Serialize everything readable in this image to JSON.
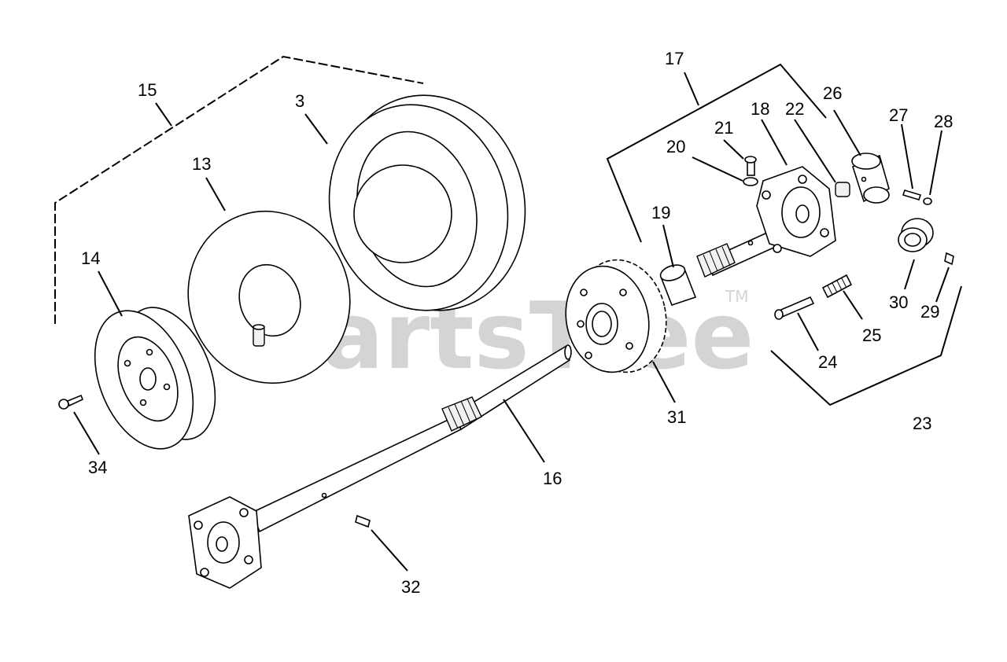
{
  "watermark": {
    "text": "PartsTree",
    "trademark": "TM"
  },
  "callouts": {
    "c3": "3",
    "c13": "13",
    "c14": "14",
    "c15": "15",
    "c16": "16",
    "c17": "17",
    "c18": "18",
    "c19": "19",
    "c20": "20",
    "c21": "21",
    "c22": "22",
    "c23": "23",
    "c24": "24",
    "c25": "25",
    "c26": "26",
    "c27": "27",
    "c28": "28",
    "c29": "29",
    "c30": "30",
    "c31": "31",
    "c32": "32",
    "c34": "34"
  }
}
